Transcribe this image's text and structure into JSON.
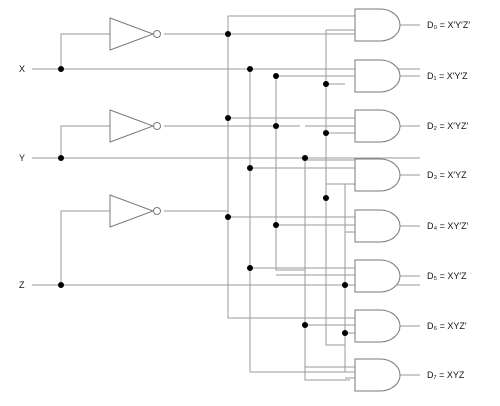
{
  "colors": {
    "wire": "#9a9a9a",
    "gate_outline": "#7a7a7a",
    "junction": "#000000",
    "text": "#111111"
  },
  "inputs": {
    "x": "X",
    "y": "Y",
    "z": "Z"
  },
  "outputs": [
    "D₀ = X′Y′Z′",
    "D₁ = X′Y′Z",
    "D₂ = X′YZ′",
    "D₃ = X′YZ",
    "D₄ = XY′Z′",
    "D₅ = XY′Z",
    "D₆ = XYZ′",
    "D₇ = XYZ"
  ],
  "gates": {
    "inverters": 3,
    "and_gates": 8
  }
}
